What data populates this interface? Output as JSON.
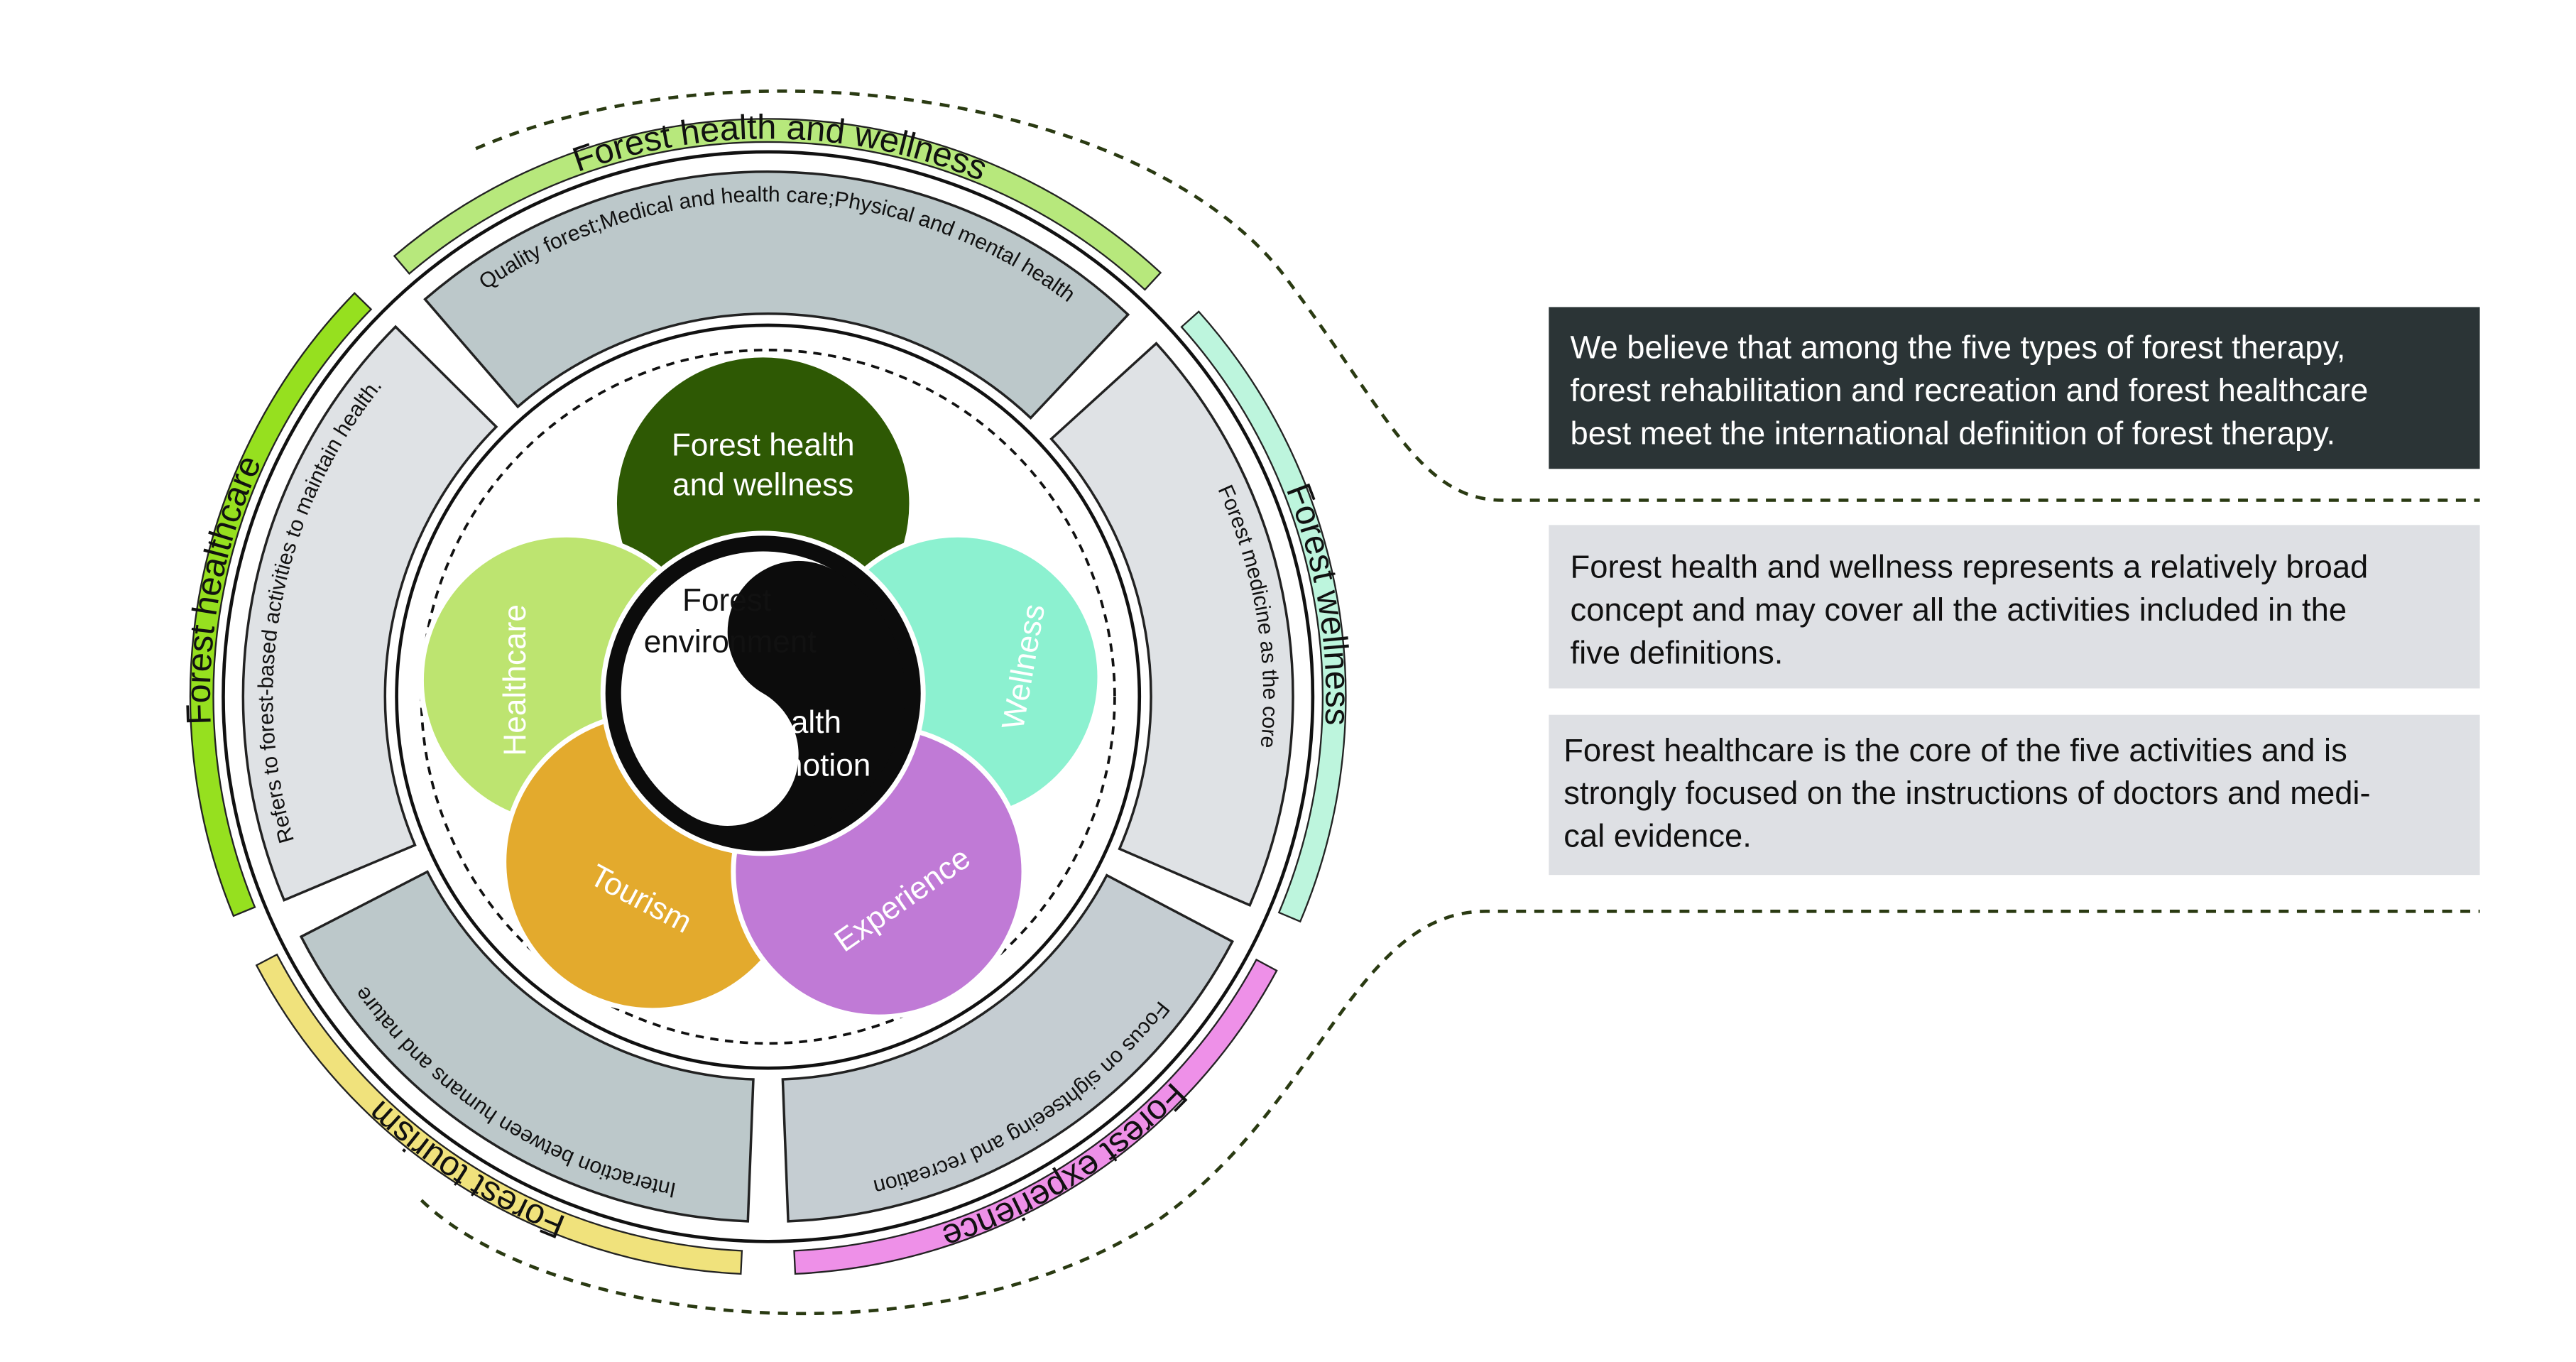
{
  "outer_ring": [
    {
      "label": "Forest health and wellness",
      "color": "#b7e87c"
    },
    {
      "label": "Forest wellness",
      "color": "#bdf5dd"
    },
    {
      "label": "Forest experience",
      "color": "#ee90e8"
    },
    {
      "label": "Forest tourism",
      "color": "#f0e27c"
    },
    {
      "label": "Forest healthcare",
      "color": "#96e01f"
    }
  ],
  "segments": [
    {
      "label": "Quality forest;Medical and health care;Physical and mental health",
      "color": "#bcc8ca"
    },
    {
      "label": "Forest medicine as the core",
      "color": "#dfe2e5"
    },
    {
      "label": "Focus on sightseeing and recreation",
      "color": "#c5cdd2"
    },
    {
      "label": "Interaction between humans and nature",
      "color": "#bcc8ca"
    },
    {
      "label": "Refers to forest-based activities to maintain health.",
      "color": "#dfe2e5"
    }
  ],
  "petals": {
    "health_wellness": {
      "line1": "Forest health",
      "line2": "and wellness",
      "color": "#2e5904"
    },
    "healthcare": {
      "label": "Healthcare",
      "color": "#bde470"
    },
    "wellness": {
      "label": "Wellness",
      "color": "#8cf1d0"
    },
    "tourism": {
      "label": "Tourism",
      "color": "#e3aa2d"
    },
    "experience": {
      "label": "Experience",
      "color": "#c07ad6"
    }
  },
  "center": {
    "white_line1": "Forest",
    "white_line2": "environment",
    "black_line1": "Health",
    "black_line2": "promotion"
  },
  "notes": [
    {
      "lines": [
        "We believe that among the five types of forest therapy,",
        "forest rehabilitation and recreation and forest healthcare",
        "best meet the international definition of forest therapy."
      ],
      "background": "#2b3436",
      "text_color": "#ffffff"
    },
    {
      "lines": [
        "Forest health and wellness represents a relatively broad",
        "concept and may cover all the activities included in the",
        "five definitions."
      ],
      "background": "#dee0e4",
      "text_color": "#111111"
    },
    {
      "lines": [
        "Forest healthcare is the core of the five activities and is",
        "strongly focused on the instructions of doctors and medi-",
        "cal evidence."
      ],
      "background": "#dee0e4",
      "text_color": "#111111"
    }
  ]
}
